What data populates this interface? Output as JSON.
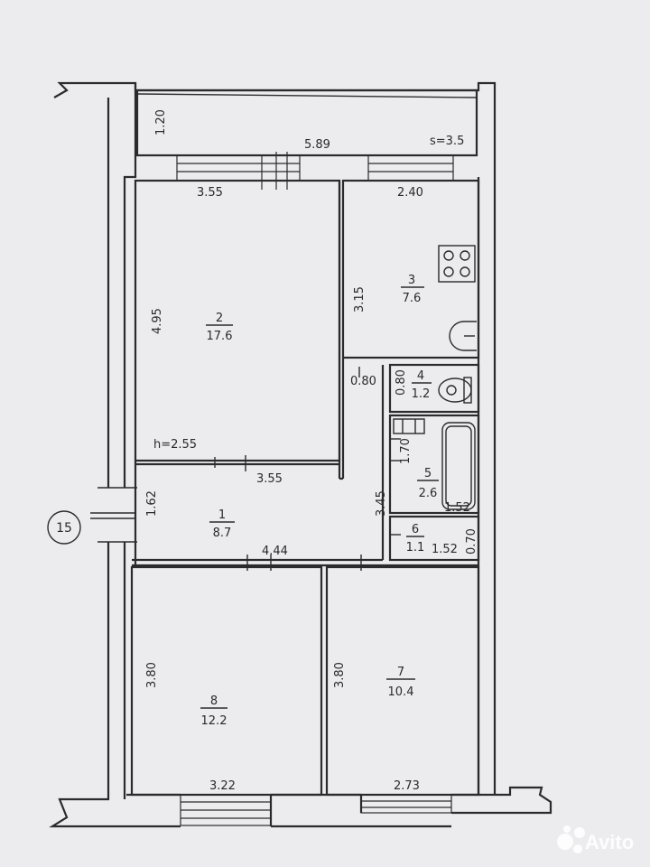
{
  "plan": {
    "axis_label": "15",
    "balcony": {
      "depth": "1.20",
      "length": "5.89",
      "area": "s=3.5"
    },
    "ceiling_height": "h=2.55",
    "rooms": [
      {
        "id": "r1",
        "number": "1",
        "area": "8.7"
      },
      {
        "id": "r2",
        "number": "2",
        "area": "17.6"
      },
      {
        "id": "r3",
        "number": "3",
        "area": "7.6"
      },
      {
        "id": "r4",
        "number": "4",
        "area": "1.2"
      },
      {
        "id": "r5",
        "number": "5",
        "area": "2.6"
      },
      {
        "id": "r6",
        "number": "6",
        "area": "1.1"
      },
      {
        "id": "r7",
        "number": "7",
        "area": "10.4"
      },
      {
        "id": "r8",
        "number": "8",
        "area": "12.2"
      }
    ],
    "dimensions": {
      "room2_top": "3.55",
      "room2_height": "4.95",
      "room2_bottom": "3.55",
      "room3_top": "2.40",
      "room3_height": "3.15",
      "corridor_side": "0.80",
      "wc_side": "0.80",
      "bath_height": "1.70",
      "bath_width": "1.52",
      "hall_height": "3.45",
      "closet_width": "1.52",
      "closet_height": "0.70",
      "entrance_width": "1.62",
      "hall_length": "4.44",
      "room8_height": "3.80",
      "room8_width": "3.22",
      "room7_height": "3.80",
      "room7_width": "2.73"
    },
    "watermark": "Avito"
  }
}
